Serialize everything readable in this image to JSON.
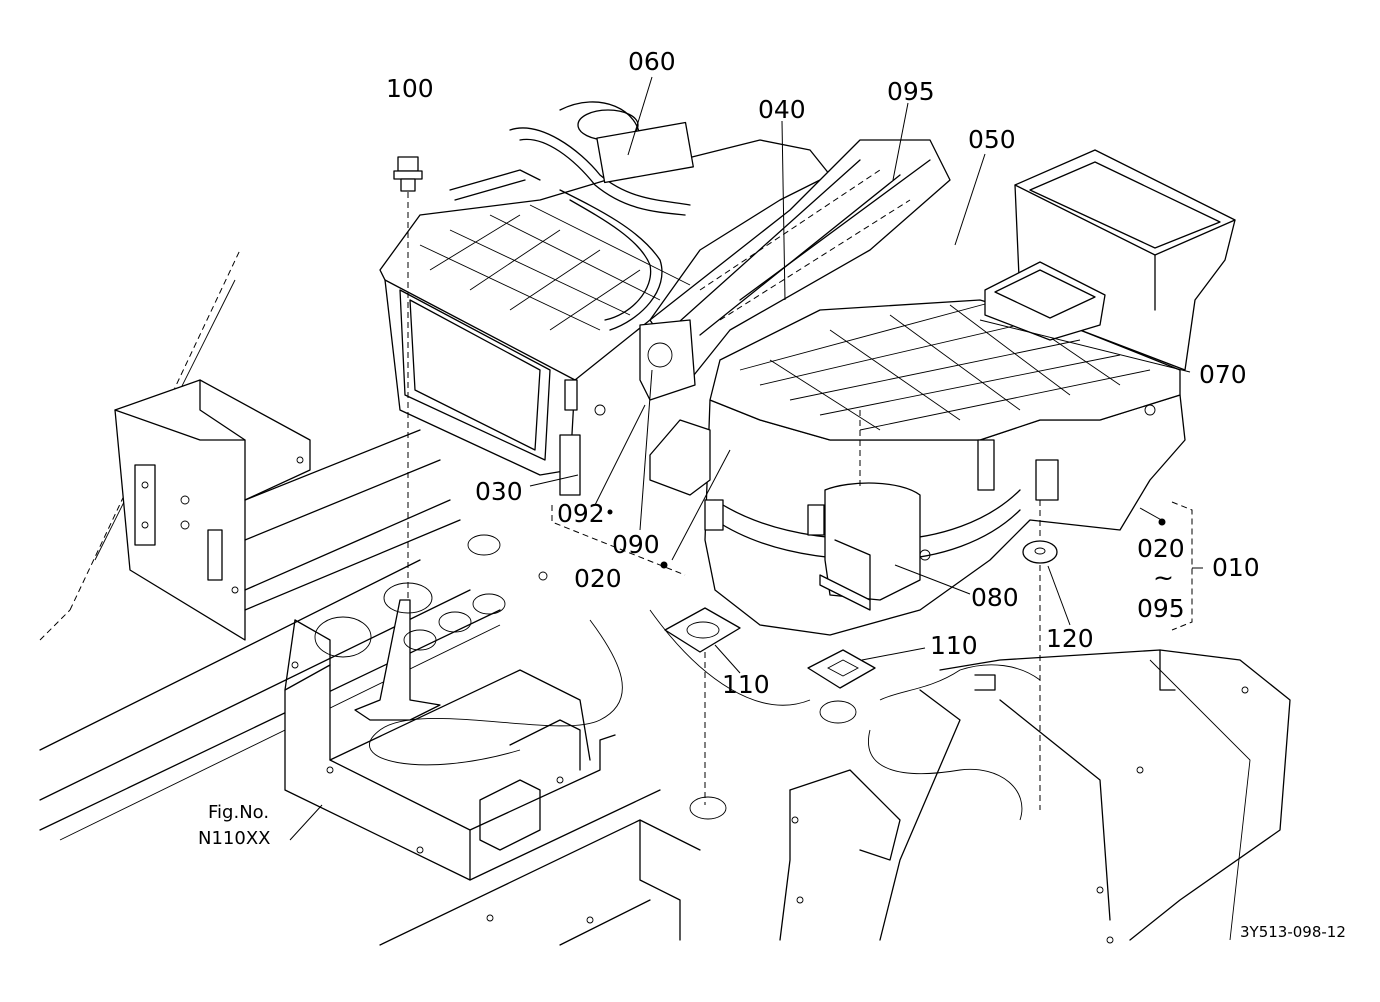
{
  "callouts": {
    "p060": "060",
    "p100": "100",
    "p040": "040",
    "p095_top": "095",
    "p050": "050",
    "p070": "070",
    "p030": "030",
    "p092": "092",
    "p090": "090",
    "p020_left": "020",
    "p080": "080",
    "p120": "120",
    "p110_left": "110",
    "p110_right": "110",
    "p020_range": "020",
    "p095_range": "095",
    "p010": "010",
    "range_tilde": "~"
  },
  "figure_ref": {
    "line1": "Fig.No.",
    "line2": "N110XX"
  },
  "drawing_code": "3Y513-098-12"
}
